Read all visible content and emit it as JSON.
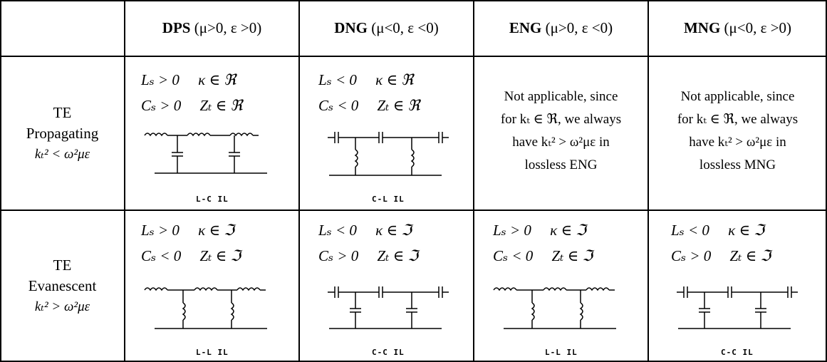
{
  "header": {
    "corner": "",
    "col1_bold": "DPS",
    "col1_cond": "(μ>0, ε >0)",
    "col2_bold": "DNG",
    "col2_cond": "(μ<0, ε <0)",
    "col3_bold": "ENG",
    "col3_cond": "(μ>0, ε <0)",
    "col4_bold": "MNG",
    "col4_cond": "(μ<0, ε >0)"
  },
  "rows": [
    {
      "label_line1": "TE",
      "label_line2": "Propagating",
      "label_formula": "kₜ² < ω²με",
      "cells": [
        {
          "line1": "Lₛ > 0     κ ∈ ℜ",
          "line2": "Cₛ > 0     Zₜ ∈ ℜ",
          "circuit": "L-C IL"
        },
        {
          "line1": "Lₛ < 0     κ ∈ ℜ",
          "line2": "Cₛ < 0     Zₜ ∈ ℜ",
          "circuit": "C-L IL"
        },
        {
          "note1": "Not applicable, since",
          "note2": "for  kₜ ∈ ℜ, we always",
          "note3": "have  kₜ² > ω²με  in",
          "note4": "lossless ENG"
        },
        {
          "note1": "Not applicable, since",
          "note2": "for  kₜ ∈ ℜ, we always",
          "note3": "have  kₜ² > ω²με  in",
          "note4": "lossless MNG"
        }
      ]
    },
    {
      "label_line1": "TE",
      "label_line2": "Evanescent",
      "label_formula": "kₜ² > ω²με",
      "cells": [
        {
          "line1": "Lₛ > 0     κ ∈ ℑ",
          "line2": "Cₛ < 0     Zₜ ∈ ℑ",
          "circuit": "L-L IL"
        },
        {
          "line1": "Lₛ < 0     κ ∈ ℑ",
          "line2": "Cₛ > 0     Zₜ ∈ ℑ",
          "circuit": "C-C IL"
        },
        {
          "line1": "Lₛ > 0     κ ∈ ℑ",
          "line2": "Cₛ < 0     Zₜ ∈ ℑ",
          "circuit": "L-L IL"
        },
        {
          "line1": "Lₛ < 0     κ ∈ ℑ",
          "line2": "Cₛ > 0     Zₜ ∈ ℑ",
          "circuit": "C-C IL"
        }
      ]
    }
  ]
}
